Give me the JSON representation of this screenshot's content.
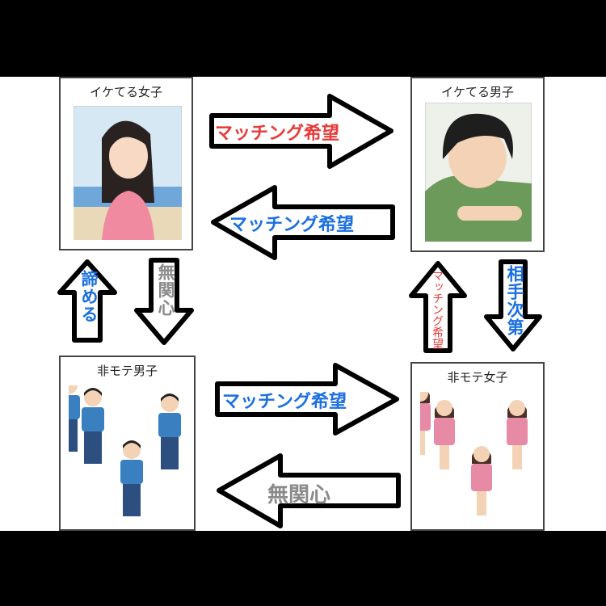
{
  "cards": {
    "popular_women": {
      "title": "イケてる女子"
    },
    "popular_men": {
      "title": "イケてる男子"
    },
    "unpopular_men": {
      "title": "非モテ男子"
    },
    "unpopular_women": {
      "title": "非モテ女子"
    }
  },
  "arrows": {
    "women_to_men_top": {
      "label": "マッチング希望",
      "color": "#e83a3a"
    },
    "men_to_women_top": {
      "label": "マッチング希望",
      "color": "#1a6fe0"
    },
    "unpop_men_to_unpop_women": {
      "label": "マッチング希望",
      "color": "#1a6fe0"
    },
    "unpop_women_to_unpop_men": {
      "label": "無関心",
      "color": "#8a8a8a"
    },
    "unpop_men_to_pop_women": {
      "label": "諦める",
      "color": "#1a6fe0"
    },
    "pop_women_to_unpop_men": {
      "label": "無関心",
      "color": "#8a8a8a"
    },
    "unpop_women_to_pop_men": {
      "label": "マッチング希望",
      "color": "#e83a3a"
    },
    "pop_men_to_unpop_women": {
      "label": "相手次第",
      "color": "#1a6fe0"
    }
  }
}
